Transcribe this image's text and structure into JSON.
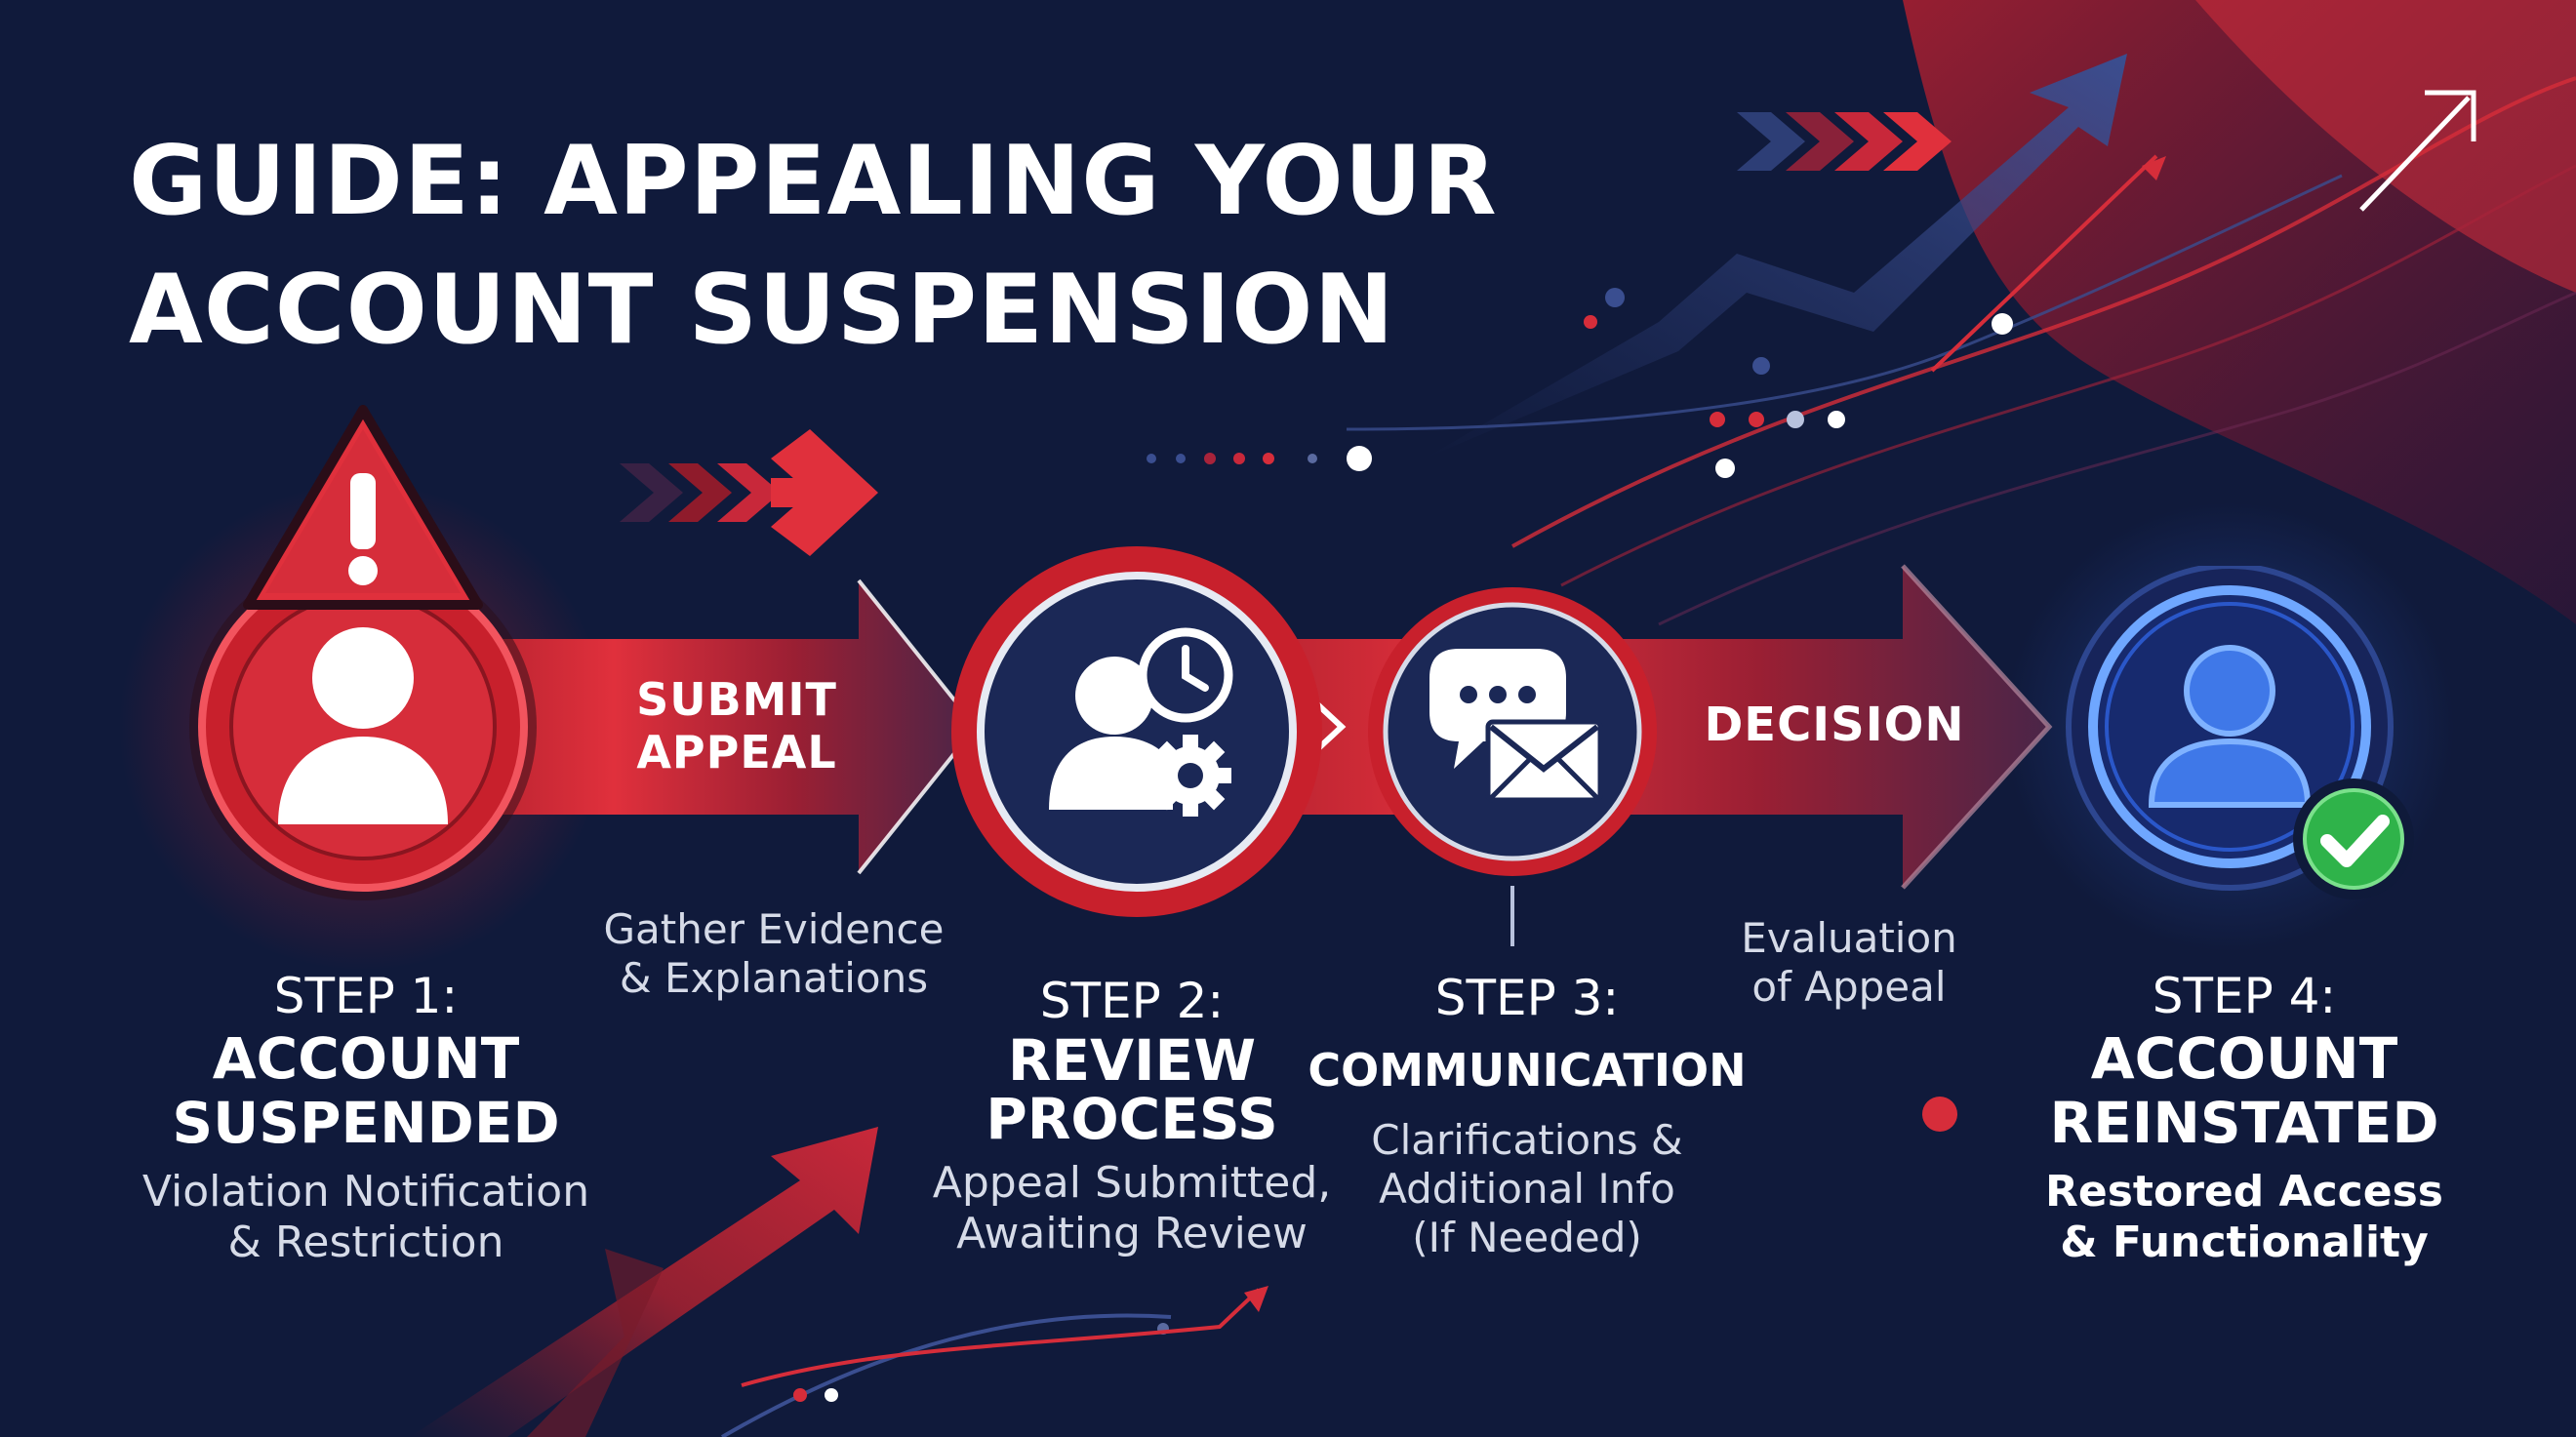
{
  "title": {
    "line1": "GUIDE: APPEALING YOUR",
    "line2": "ACCOUNT SUSPENSION"
  },
  "arrows": {
    "submit": {
      "line1": "SUBMIT",
      "line2": "APPEAL"
    },
    "decision": {
      "label": "DECISION"
    }
  },
  "notes": {
    "gather": {
      "line1": "Gather Evidence",
      "line2": "& Explanations"
    },
    "evaluation": {
      "line1": "Evaluation",
      "line2": "of Appeal"
    }
  },
  "steps": [
    {
      "number": "STEP 1:",
      "title_line1": "ACCOUNT",
      "title_line2": "SUSPENDED",
      "desc_line1": "Violation Notification",
      "desc_line2": "& Restriction",
      "icon": "warning-user-icon"
    },
    {
      "number": "STEP 2:",
      "title_line1": "REVIEW",
      "title_line2": "PROCESS",
      "desc_line1": "Appeal Submitted,",
      "desc_line2": "Awaiting Review",
      "icon": "reviewer-clock-gear-icon"
    },
    {
      "number": "STEP 3:",
      "title_line1": "COMMUNICATION",
      "desc_line1": "Clarifications &",
      "desc_line2": "Additional Info",
      "desc_line3": "(If Needed)",
      "icon": "chat-mail-icon"
    },
    {
      "number": "STEP 4:",
      "title_line1": "ACCOUNT",
      "title_line2": "REINSTATED",
      "desc_line1": "Restored Access",
      "desc_line2": "& Functionality",
      "icon": "reinstated-user-check-icon"
    }
  ],
  "colors": {
    "background": "#101a3b",
    "red": "#d62d3a",
    "dark_red": "#8f1b2b",
    "navy": "#1c2a55",
    "glow_blue": "#4f8dff",
    "check_green": "#2fb34a"
  }
}
